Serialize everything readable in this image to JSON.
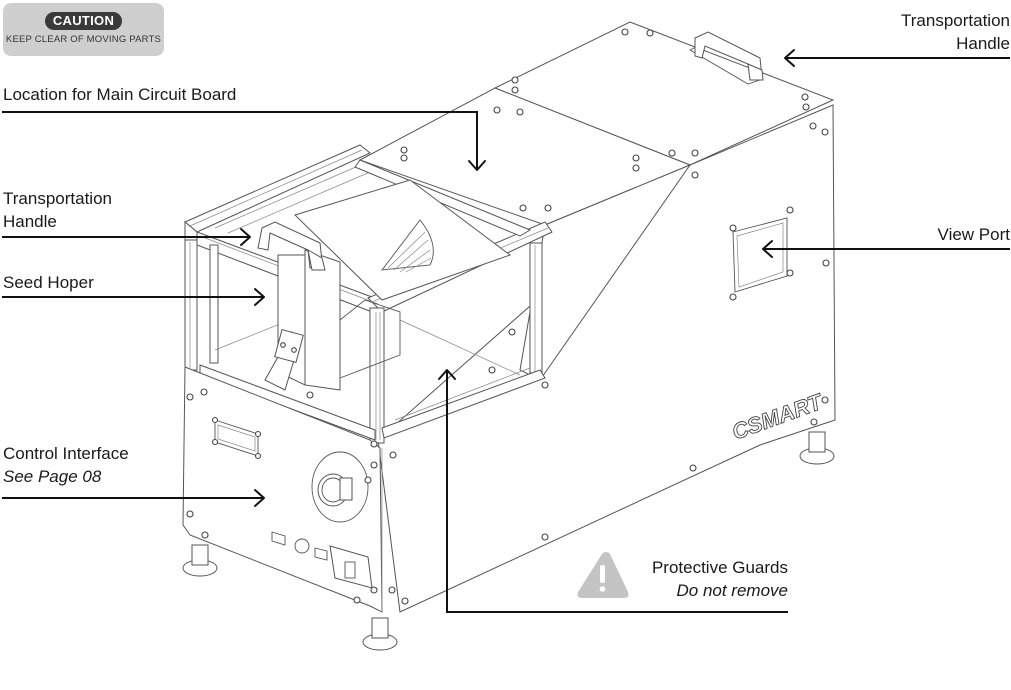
{
  "caution_badge": {
    "title": "CAUTION",
    "message": "KEEP CLEAR OF MOVING PARTS"
  },
  "callouts": {
    "top_handle": {
      "line1": "Transportation",
      "line2": "Handle"
    },
    "circuit_board": {
      "text": "Location for Main Circuit Board"
    },
    "side_handle": {
      "line1": "Transportation",
      "line2": "Handle"
    },
    "seed_hopper": {
      "text": "Seed Hoper"
    },
    "view_port": {
      "text": "View Port"
    },
    "control_interface": {
      "text": "Control Interface",
      "sub": "See Page 08"
    },
    "protective_guards": {
      "text": "Protective Guards",
      "sub": "Do not remove"
    }
  },
  "brand_logo": {
    "text": "CSMART"
  },
  "colors": {
    "caution_bg": "#cfcfcf",
    "caution_pill": "#3a3a3a",
    "warning_icon": "#c4c4c4",
    "callout_line": "#111111"
  },
  "icons": {
    "warning": "warning-triangle-icon"
  }
}
